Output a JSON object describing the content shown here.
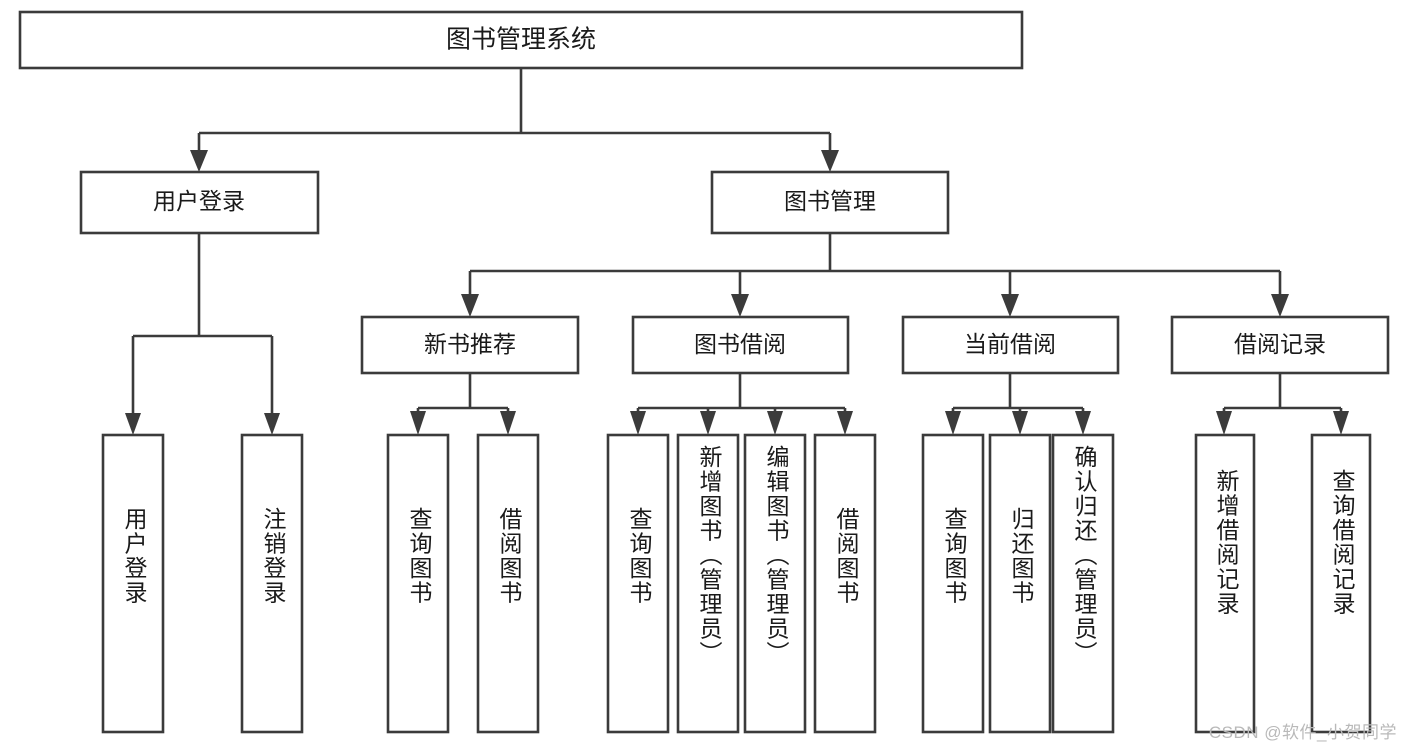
{
  "diagram": {
    "title": "图书管理系统",
    "watermark": "CSDN @软件_小贺同学",
    "colors": {
      "stroke": "#3b3b3b",
      "fill": "#ffffff",
      "text": "#1a1a1a",
      "watermark": "#b9b9b9"
    },
    "root": {
      "label": "图书管理系统"
    },
    "level1": [
      {
        "label": "用户登录"
      },
      {
        "label": "图书管理"
      }
    ],
    "level2": [
      {
        "label": "新书推荐"
      },
      {
        "label": "图书借阅"
      },
      {
        "label": "当前借阅"
      },
      {
        "label": "借阅记录"
      }
    ],
    "leaves": {
      "user_login": [
        {
          "label": "用户登录"
        },
        {
          "label": "注销登录"
        }
      ],
      "new_book": [
        {
          "label": "查询图书"
        },
        {
          "label": "借阅图书"
        }
      ],
      "book_borrow": [
        {
          "label": "查询图书"
        },
        {
          "label": "新增图书（管理员）"
        },
        {
          "label": "编辑图书（管理员）"
        },
        {
          "label": "借阅图书"
        }
      ],
      "current_borrow": [
        {
          "label": "查询图书"
        },
        {
          "label": "归还图书"
        },
        {
          "label": "确认归还（管理员）"
        }
      ],
      "borrow_record": [
        {
          "label": "新增借阅记录"
        },
        {
          "label": "查询借阅记录"
        }
      ]
    }
  }
}
